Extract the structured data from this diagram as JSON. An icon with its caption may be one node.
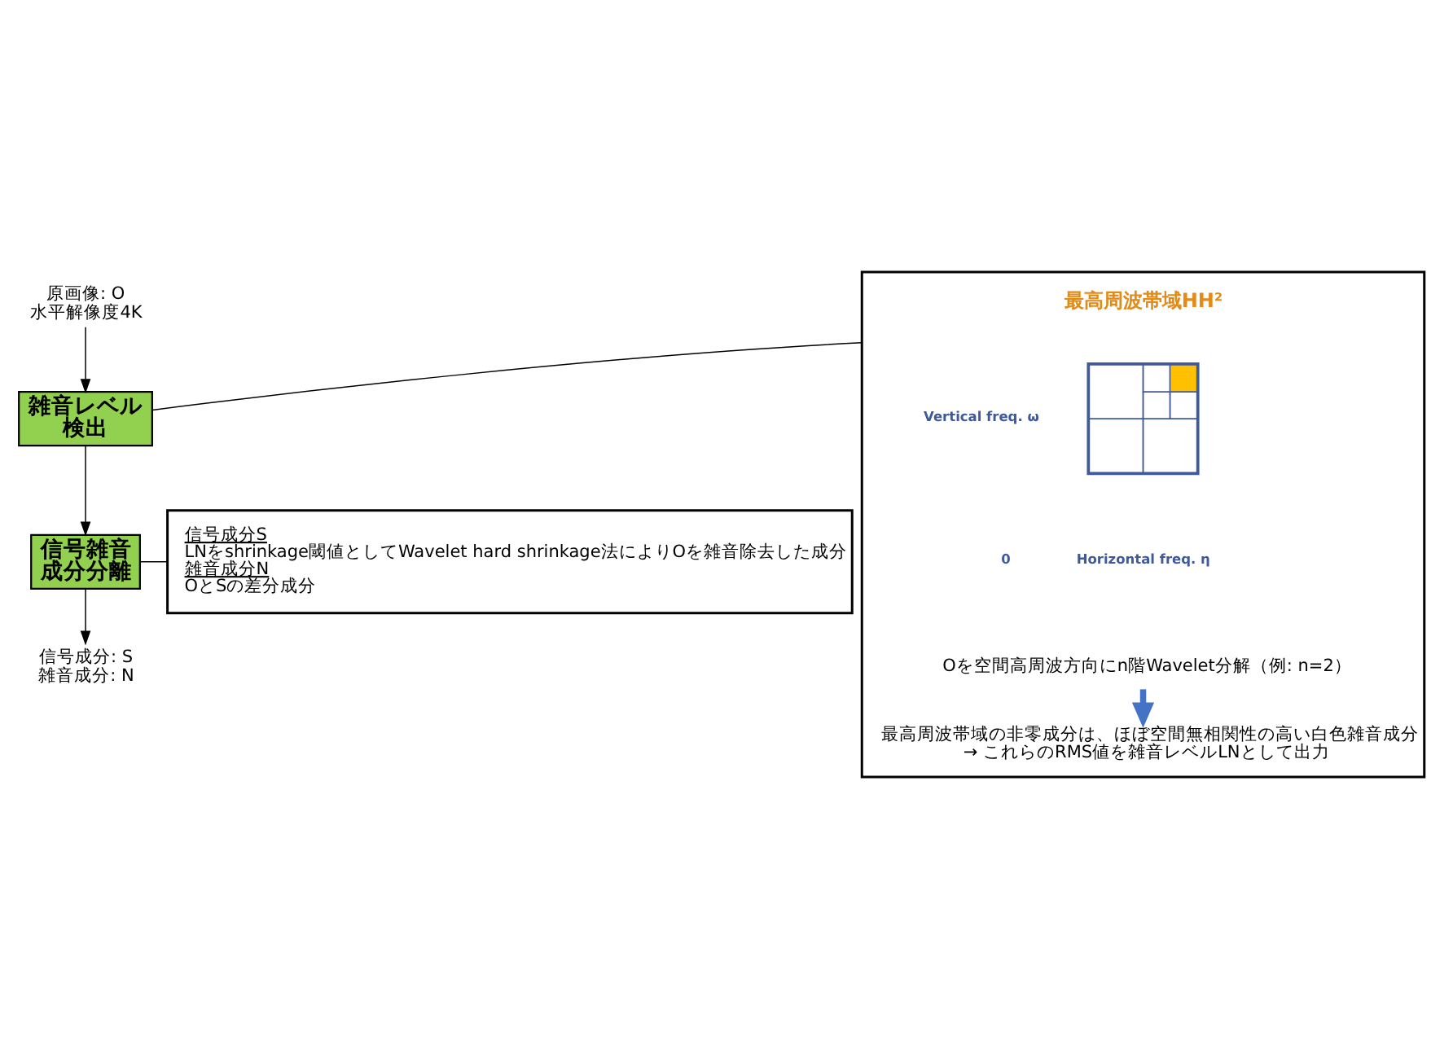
{
  "diagram": {
    "nodes": [
      {
        "text": [
          "原画像: O",
          "水平解像度4K"
        ]
      },
      {
        "text": [
          "雑音レベル検出"
        ]
      },
      {
        "text": [],
        "shape": "box"
      },
      {
        "text": [],
        "shape": "picture",
        "in": 2
      },
      {
        "text": [
          "Oを空間高周波方向にn階Wavelet分解（例: n=2）"
        ],
        "in": 2
      },
      {
        "text": [
          "最高周波帯域の非零成分は、ほぼ空間無相関性の高い白色雑音成分",
          "→ これらのRMS値を雑音レベルLNとして出力"
        ],
        "in": 2
      },
      {
        "text": [
          "信号雑音成分分離"
        ]
      },
      {
        "text": [
          "信号成分: S",
          "雑音成分: N"
        ]
      },
      {
        "text": [
          "信号成分S",
          "LNをshrinkage閾値としてWavelet hard shrinkage法によりOを雑音除去した成分",
          "雑音成分N",
          "OとSの差分成分"
        ]
      }
    ],
    "edges": [
      {
        "from": 0,
        "to": 1,
        "arrow": "to"
      },
      {
        "from": 1,
        "to": 6,
        "arrow": "to"
      },
      {
        "from": 6,
        "to": 7,
        "arrow": "to"
      },
      {
        "from": 4,
        "to": 5,
        "arrow": "to",
        "style": "thick",
        "color": "#4472c4"
      },
      {
        "from": 1,
        "to": 2,
        "arrow": "none"
      },
      {
        "from": 6,
        "to": 8,
        "arrow": "none"
      }
    ],
    "labels": [
      "最高周波帯域HH²",
      "Vertical freq. ω",
      "Horizontal freq. η",
      "0"
    ]
  }
}
